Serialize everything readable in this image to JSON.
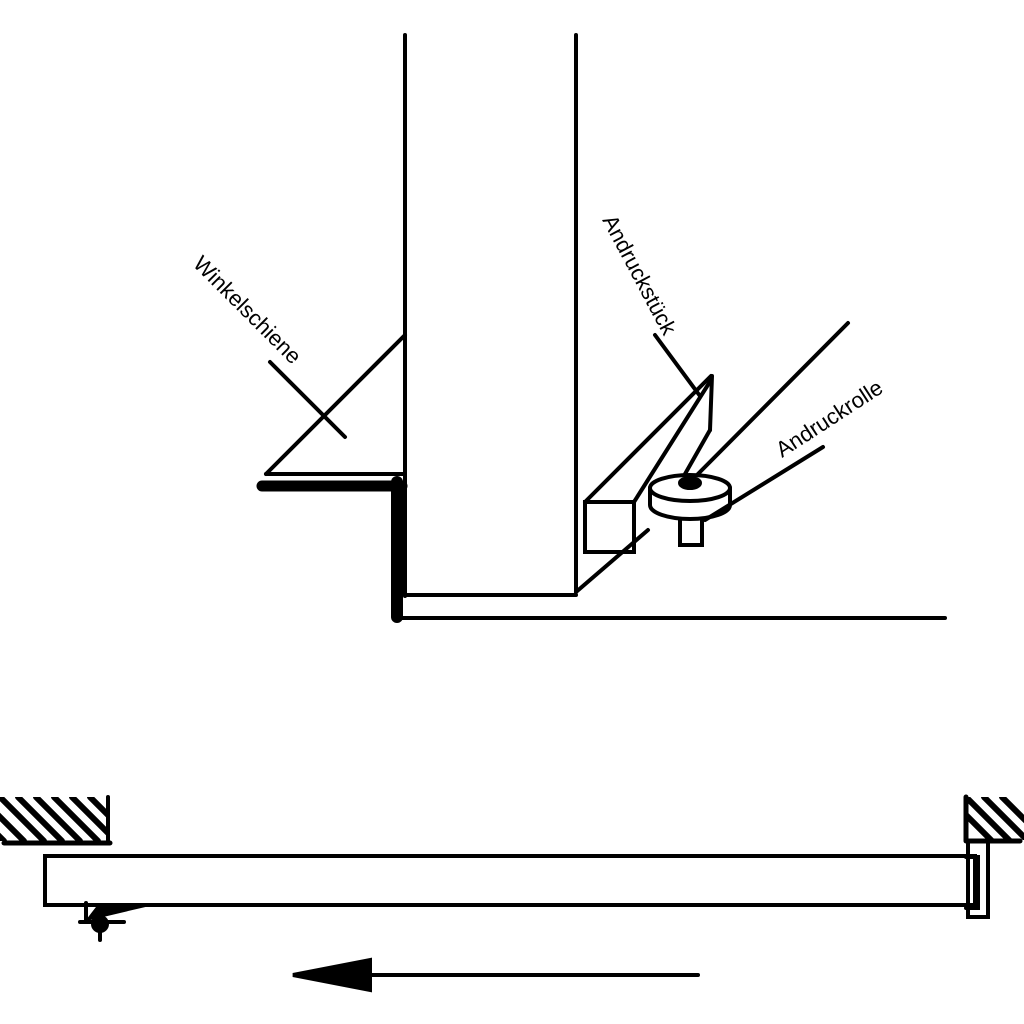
{
  "labels": {
    "winkelschiene": "Winkelschiene",
    "andruckstueck": "Andruckstück",
    "andruckrolle": "Andruckrolle"
  },
  "colors": {
    "stroke": "#000000",
    "background": "#ffffff"
  }
}
